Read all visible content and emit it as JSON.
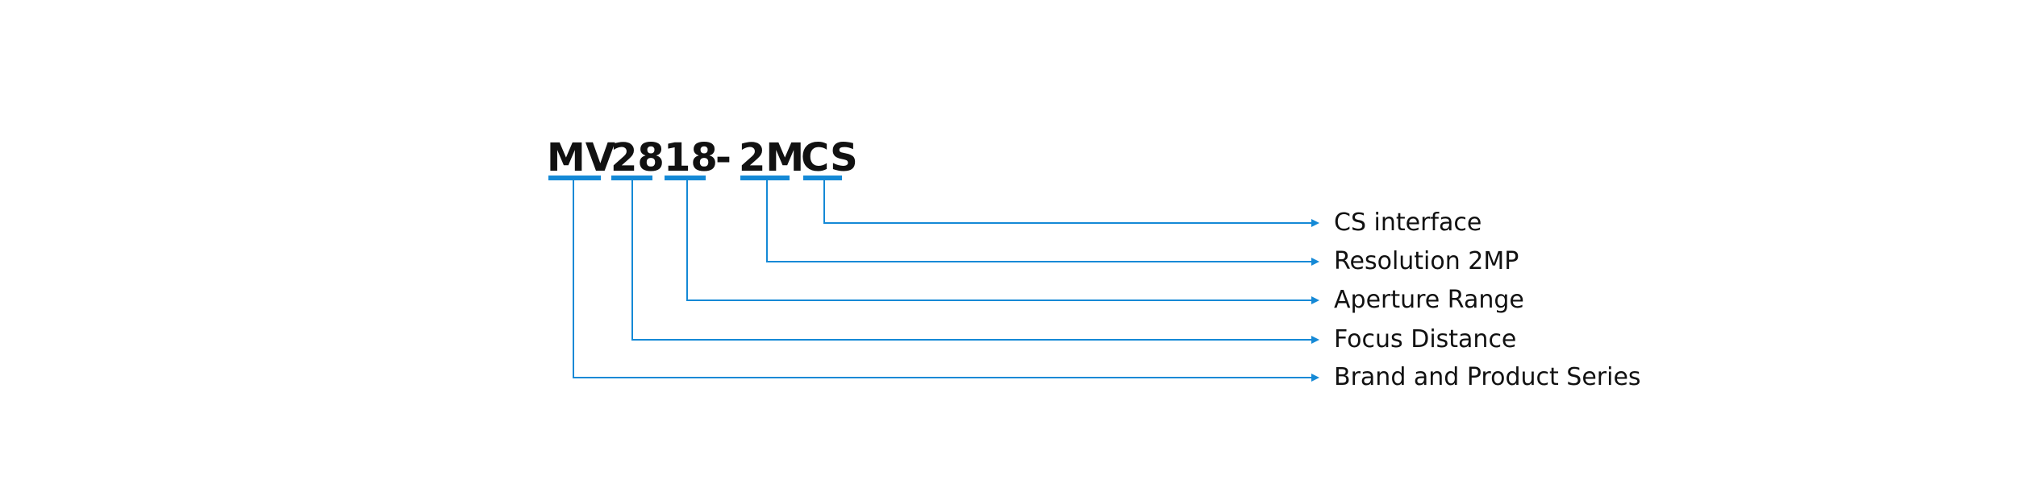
{
  "accent_color": "#1489d6",
  "code": {
    "segments": [
      {
        "id": "mv",
        "text": "MV"
      },
      {
        "id": "28",
        "text": "28"
      },
      {
        "id": "18",
        "text": "18"
      },
      {
        "id": "dash",
        "text": "-"
      },
      {
        "id": "2m",
        "text": "2M"
      },
      {
        "id": "cs",
        "text": "CS"
      }
    ]
  },
  "labels": [
    {
      "id": "cs-interface",
      "text": "CS interface",
      "segment": "cs"
    },
    {
      "id": "resolution",
      "text": "Resolution 2MP",
      "segment": "2m"
    },
    {
      "id": "aperture",
      "text": "Aperture Range",
      "segment": "18"
    },
    {
      "id": "focus",
      "text": "Focus Distance",
      "segment": "28"
    },
    {
      "id": "brand",
      "text": "Brand and Product Series",
      "segment": "mv"
    }
  ]
}
